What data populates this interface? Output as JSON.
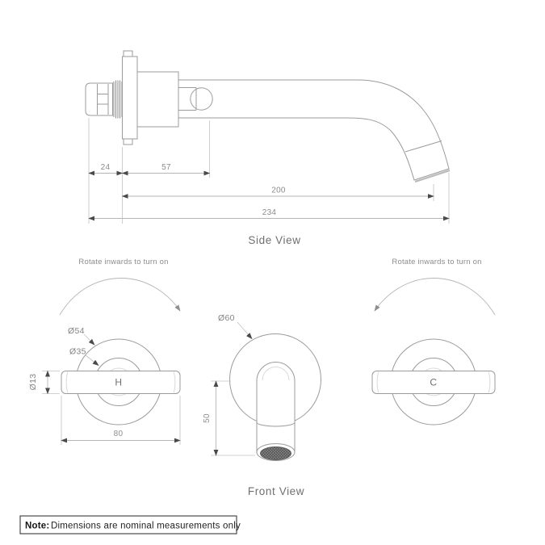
{
  "drawing": {
    "side_view": {
      "label": "Side View",
      "dim_24": "24",
      "dim_57": "57",
      "dim_200": "200",
      "dim_234": "234"
    },
    "front_view": {
      "label": "Front View",
      "dia_60": "Ø60",
      "dim_50": "50"
    },
    "hot_handle": {
      "letter": "H",
      "rotate_note": "Rotate inwards to turn on",
      "dia_54": "Ø54",
      "dia_35": "Ø35",
      "dia_13": "Ø13",
      "dim_80": "80"
    },
    "cold_handle": {
      "letter": "C",
      "rotate_note": "Rotate inwards to turn on"
    },
    "note": {
      "label": "Note:",
      "text": "Dimensions are nominal measurements only"
    },
    "colors": {
      "background": "#ffffff",
      "outline": "#9b9b9b",
      "dimension_line": "#b5b5b5",
      "dimension_text": "#8c8c8c",
      "arrowhead": "#4a4a4a",
      "note_text": "#161616",
      "aerator_mesh": "#8f8f8f"
    }
  }
}
